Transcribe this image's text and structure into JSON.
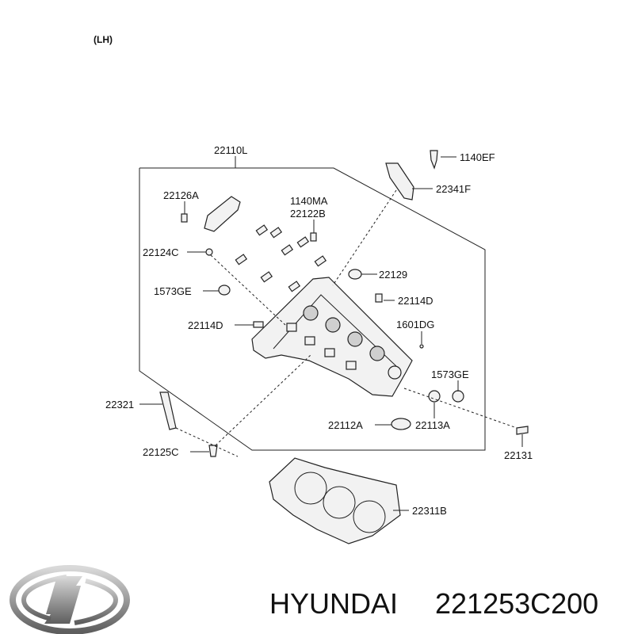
{
  "side_label": "(LH)",
  "brand": {
    "name": "HYUNDAI",
    "part_number": "221253C200",
    "logo_icon": "hyundai-logo-icon"
  },
  "parts": {
    "p22110L": "22110L",
    "p1140EF": "1140EF",
    "p22341F": "22341F",
    "p22126A": "22126A",
    "p1140MA": "1140MA",
    "p22122B": "22122B",
    "p22124C": "22124C",
    "p22129": "22129",
    "p1573GE_a": "1573GE",
    "p22114D_a": "22114D",
    "p22114D_b": "22114D",
    "p1601DG": "1601DG",
    "p1573GE_b": "1573GE",
    "p22321": "22321",
    "p22112A": "22112A",
    "p22113A": "22113A",
    "p22125C": "22125C",
    "p22131": "22131",
    "p22311B": "22311B"
  }
}
